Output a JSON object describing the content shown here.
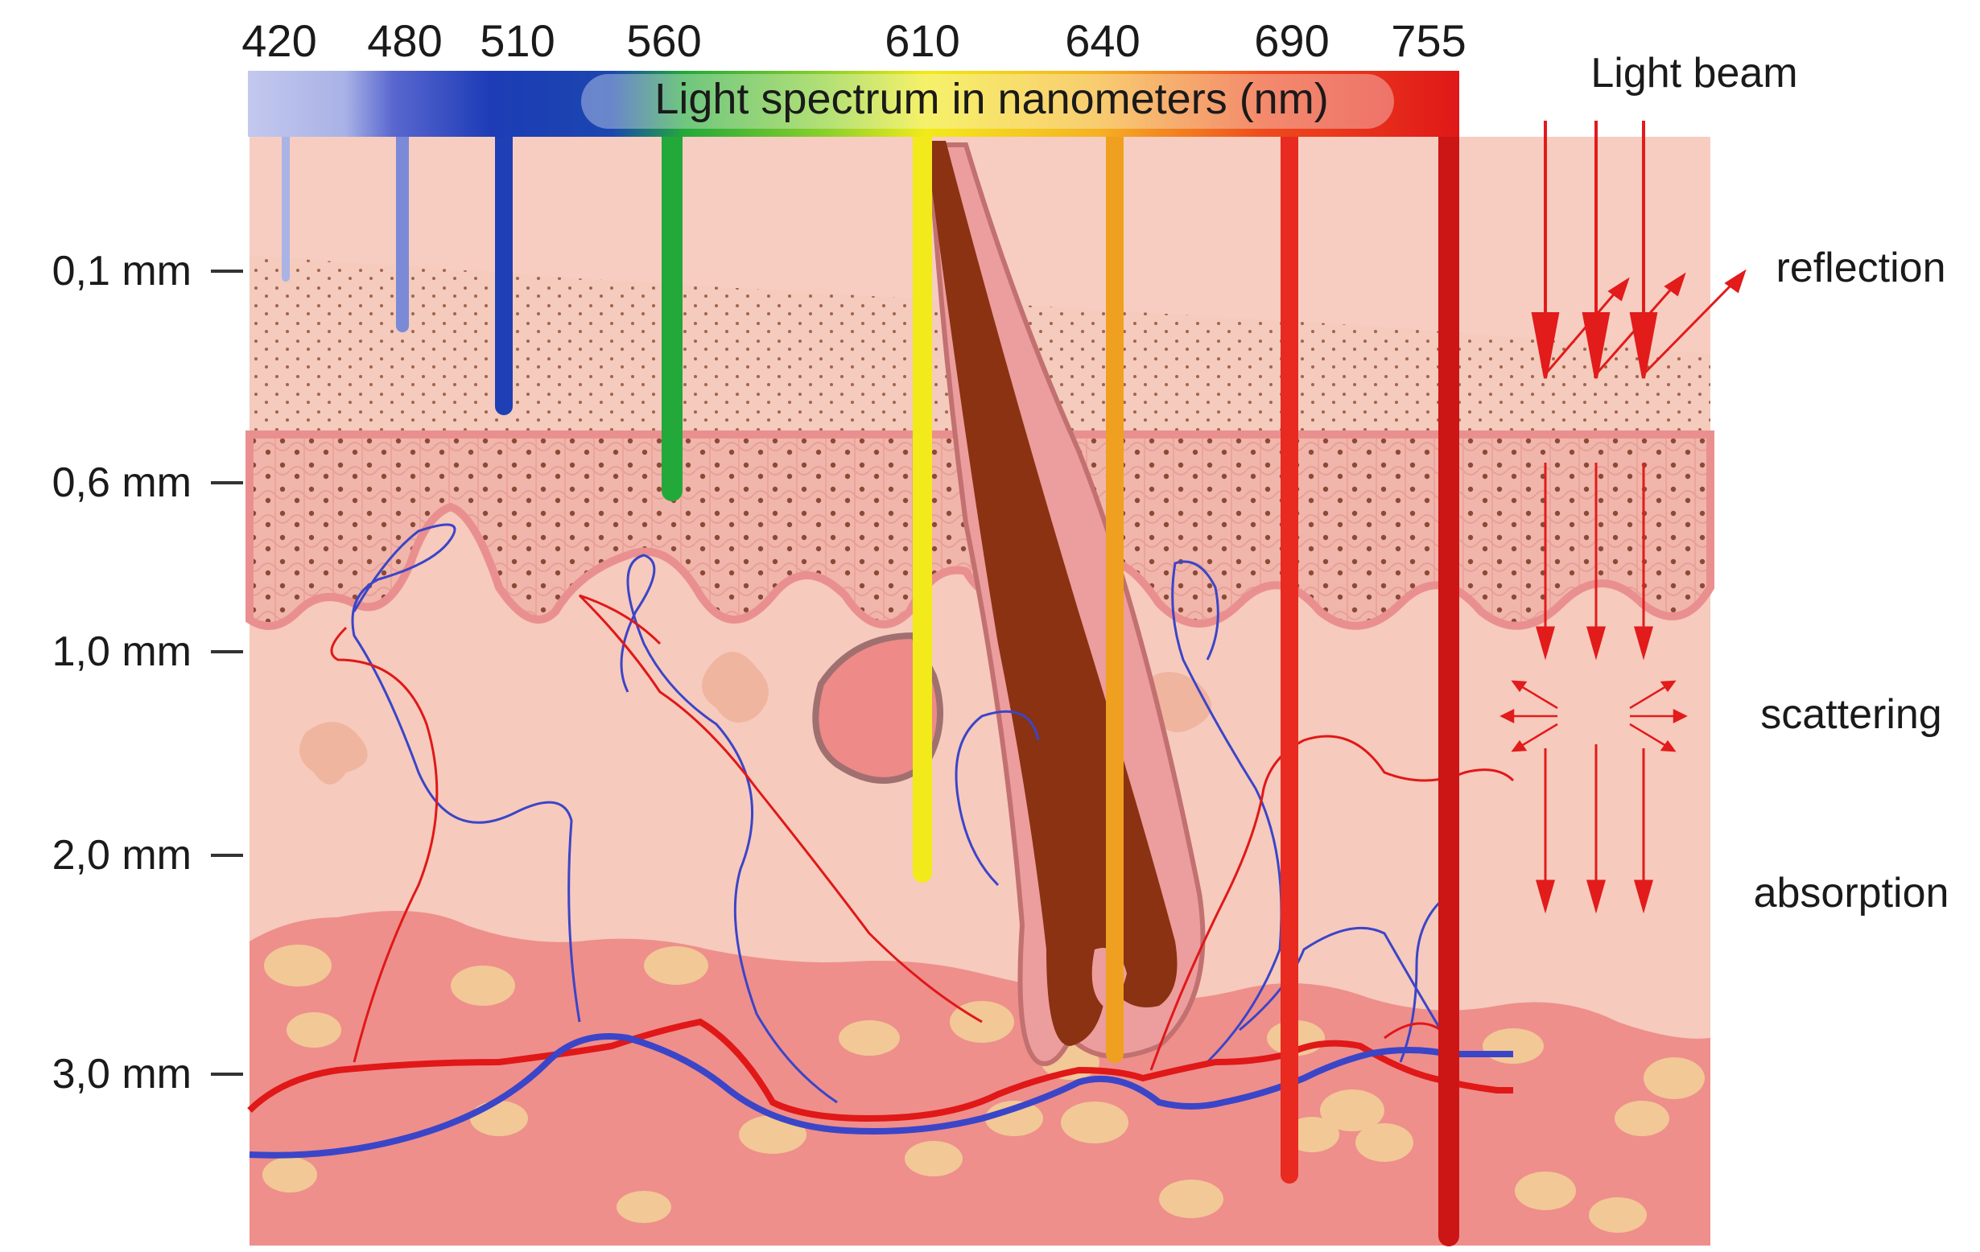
{
  "wavelengths": [
    "420",
    "480",
    "510",
    "560",
    "610",
    "640",
    "690",
    "755"
  ],
  "spectrum_label": "Light spectrum in nanometers (nm)",
  "depths": [
    "0,1 mm",
    "0,6 mm",
    "1,0 mm",
    "2,0 mm",
    "3,0 mm"
  ],
  "phenomena": {
    "light_beam": "Light beam",
    "reflection": "reflection",
    "scattering": "scattering",
    "absorption": "absorption"
  },
  "colors": {
    "spectrum_420": "#b7bde8",
    "spectrum_480": "#7b8ad6",
    "spectrum_510": "#1f3fb4",
    "spectrum_560": "#23a83a",
    "spectrum_610": "#f2ea1a",
    "spectrum_640": "#f0a020",
    "spectrum_690": "#e82a20",
    "spectrum_755": "#d11818",
    "arrow_red": "#e21b1b",
    "skin_top": "#f7c9bd",
    "dermis": "#f6cabd",
    "subcutis": "#ee8a88",
    "fat_cell": "#f2c896",
    "artery": "#e01818",
    "vein": "#3b45c8"
  }
}
